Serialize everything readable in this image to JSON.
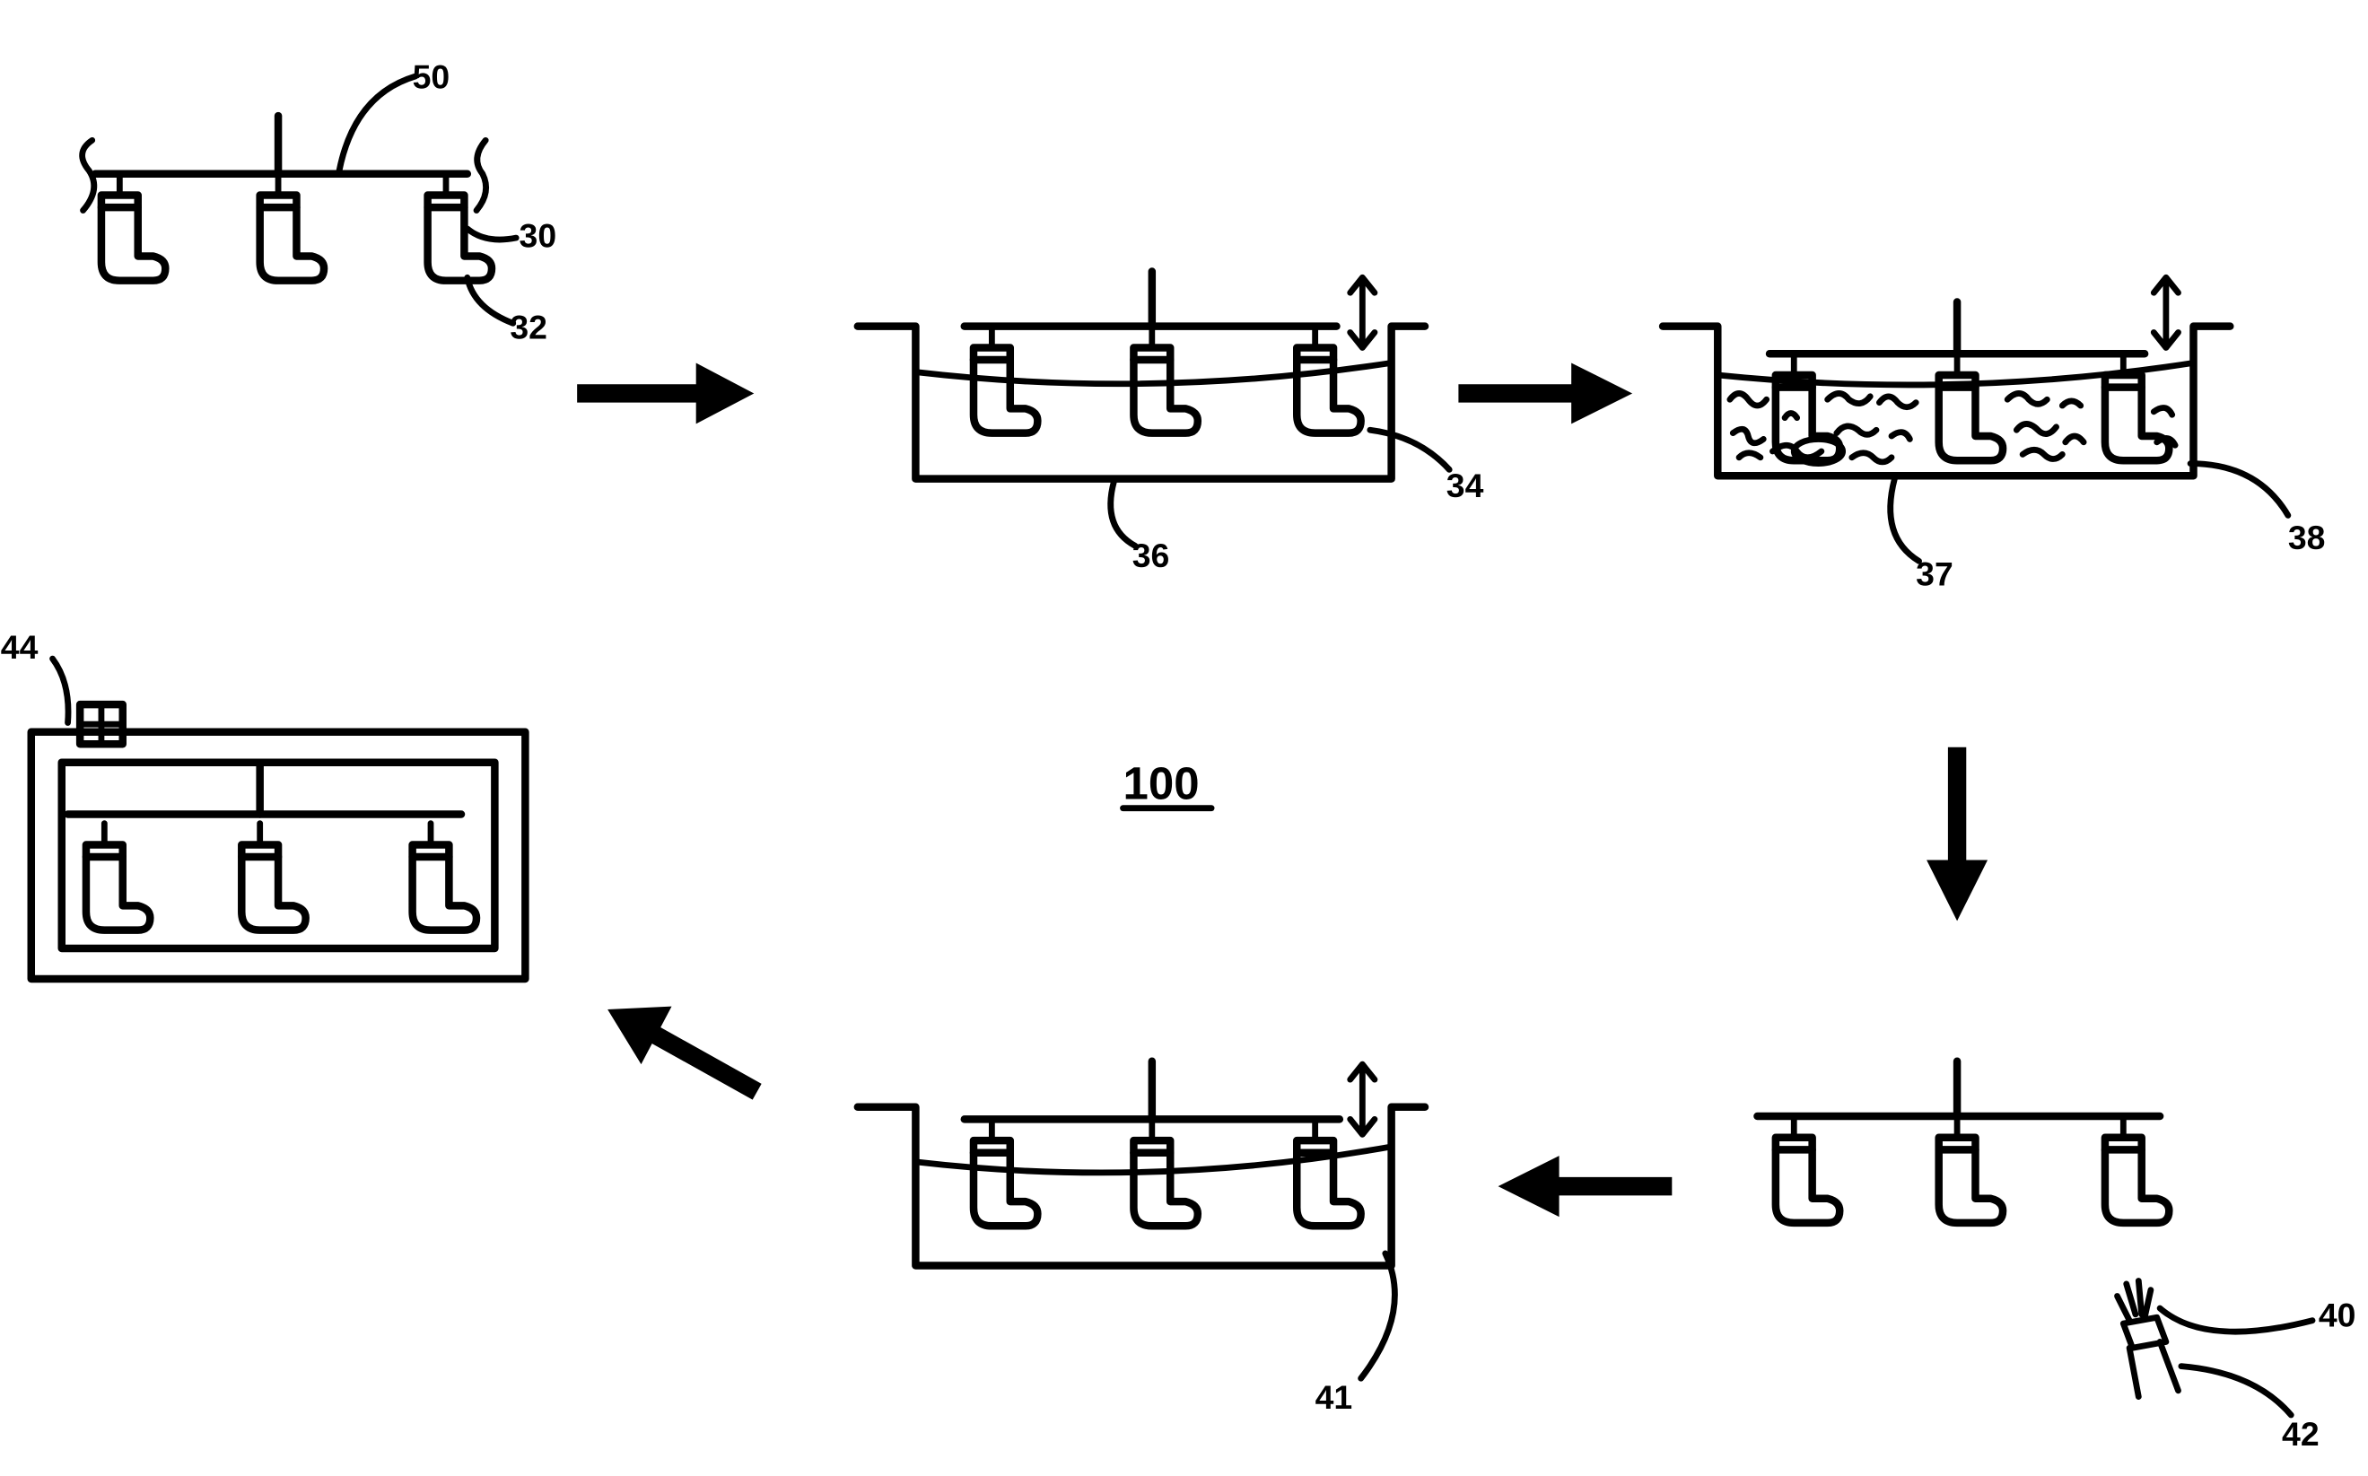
{
  "figure": {
    "ref_center": "100",
    "labels": {
      "rack": "50",
      "mold": "30",
      "sock": "32",
      "bath_first": "34",
      "liquid_first": "36",
      "bath_beads": "38",
      "beads": "37",
      "bath_second": "41",
      "hand": "40",
      "tool": "42",
      "oven_control": "44"
    }
  }
}
